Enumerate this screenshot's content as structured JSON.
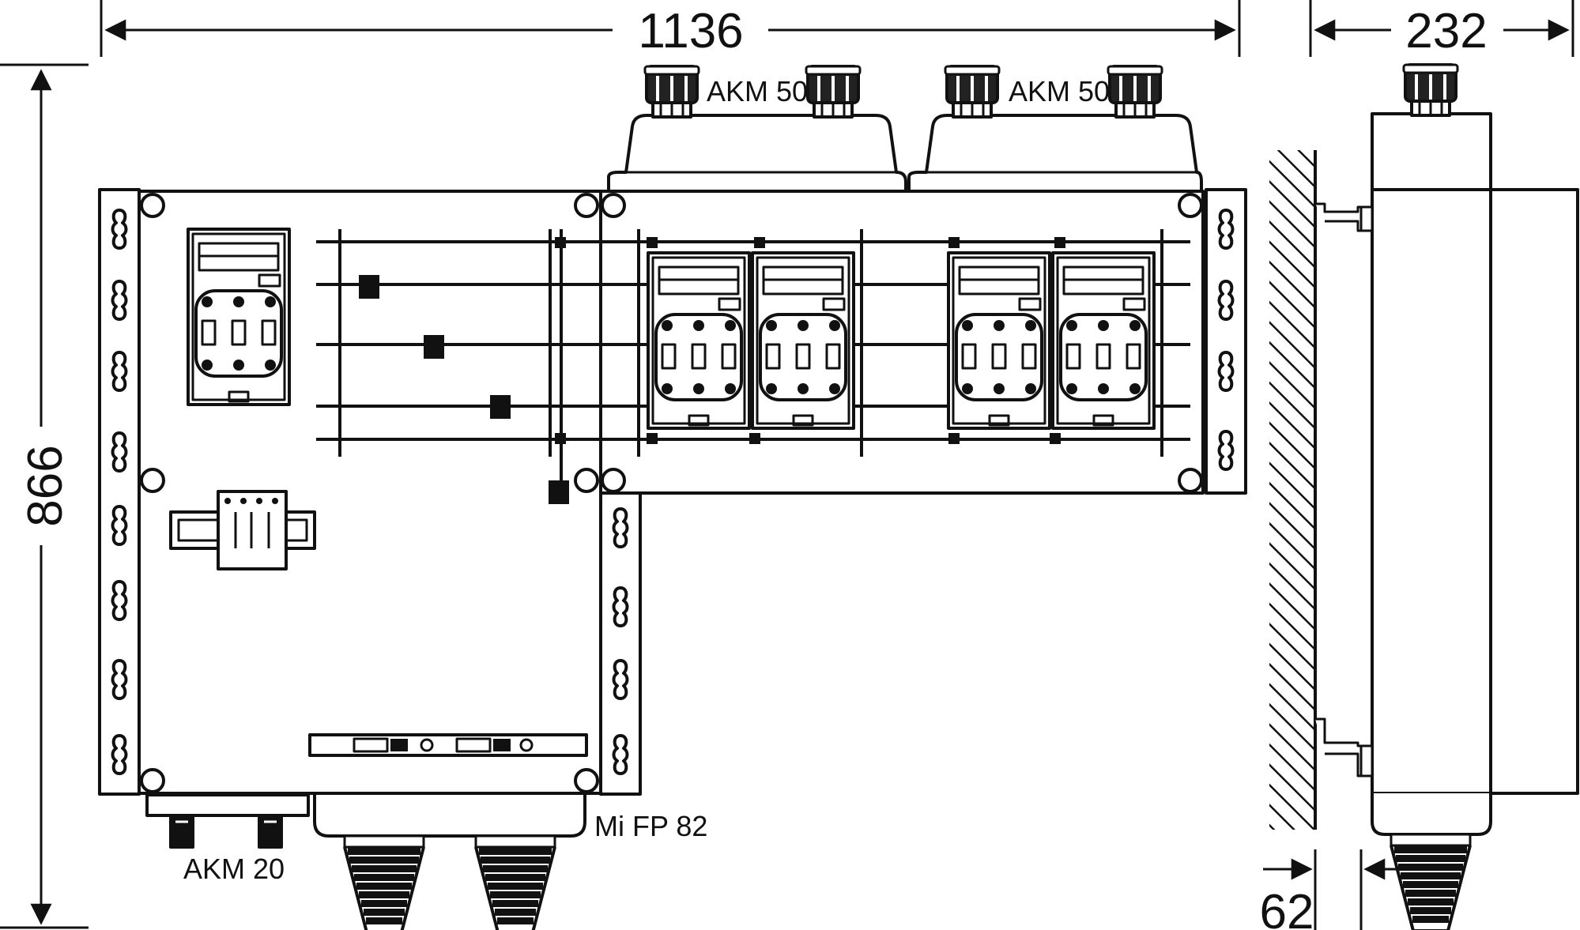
{
  "dimensions": {
    "total_width": "1136",
    "side_depth": "232",
    "total_height": "866",
    "wall_offset": "62"
  },
  "labels": {
    "gland_top_left": "AKM 50",
    "gland_top_right": "AKM 50",
    "gland_bottom_small": "AKM 20",
    "gland_bottom_large": "Mi FP 82"
  }
}
